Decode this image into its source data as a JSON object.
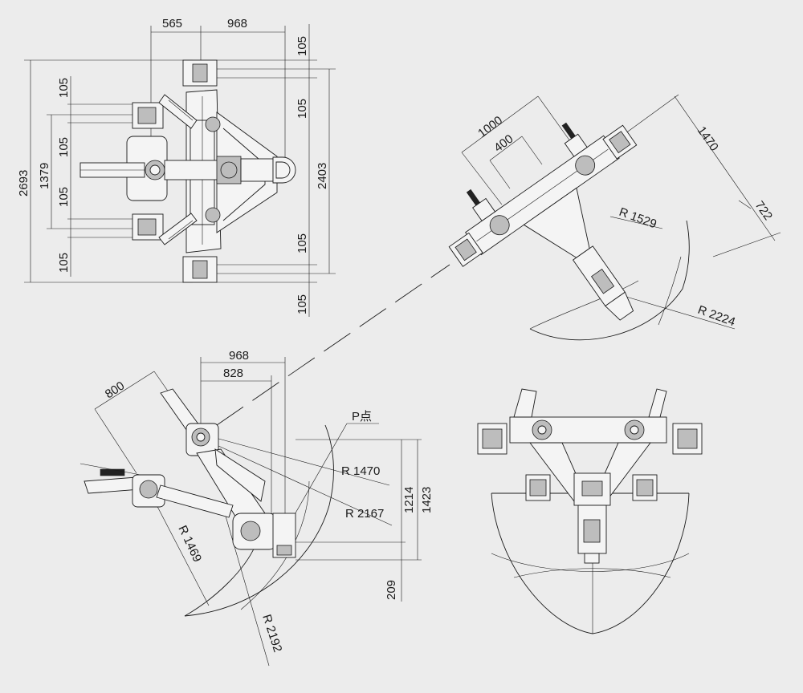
{
  "top_view": {
    "dims_top": [
      "565",
      "968"
    ],
    "dims_left": [
      "105",
      "105",
      "105",
      "105"
    ],
    "overall_left": [
      "2693",
      "1379"
    ],
    "dims_right": [
      "105",
      "105",
      "2403",
      "105",
      "105"
    ]
  },
  "tilted_view": {
    "dims_top": [
      "1000",
      "400"
    ],
    "dims_right": [
      "1470",
      "722"
    ],
    "radii": [
      "R 1529",
      "R 2224"
    ]
  },
  "side_view": {
    "dims_top": [
      "968",
      "828"
    ],
    "dim_left": "800",
    "point_label": "P点",
    "radii": [
      "R 1470",
      "R 2167",
      "R 1469",
      "R 2192"
    ],
    "dims_right": [
      "1214",
      "1423",
      "209"
    ]
  }
}
